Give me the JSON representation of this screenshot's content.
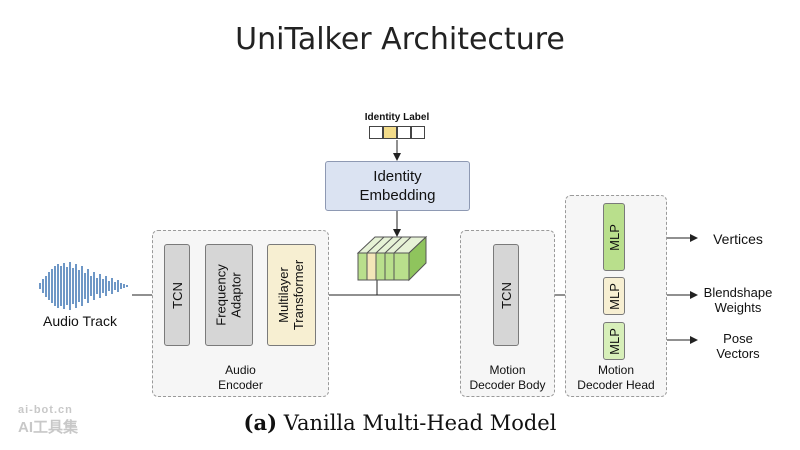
{
  "title": "UniTalker Architecture",
  "caption": {
    "tag": "(a)",
    "text": " Vanilla Multi-Head Model"
  },
  "inputs": {
    "audio": "Audio Track",
    "identity_label": "Identity Label"
  },
  "identity_embedding": {
    "line1": "Identity",
    "line2": "Embedding"
  },
  "audio_encoder": {
    "label_line1": "Audio",
    "label_line2": "Encoder",
    "blocks": [
      "TCN",
      "Frequency Adaptor",
      "Multilayer Transformer"
    ],
    "block_lines": [
      [
        "TCN"
      ],
      [
        "Frequency",
        "Adaptor"
      ],
      [
        "Multilayer",
        "Transformer"
      ]
    ]
  },
  "motion_decoder_body": {
    "label_line1": "Motion",
    "label_line2": "Decoder Body",
    "block": "TCN"
  },
  "motion_decoder_head": {
    "label_line1": "Motion",
    "label_line2": "Decoder Head",
    "blocks": [
      "MLP",
      "MLP",
      "MLP"
    ]
  },
  "outputs": {
    "vertices": "Vertices",
    "blendshape_line1": "Blendshape",
    "blendshape_line2": "Weights",
    "pose_line1": "Pose",
    "pose_line2": "Vectors"
  },
  "watermark": {
    "line1": "ai-bot.cn",
    "line2": "AI工具集"
  },
  "colors": {
    "embedding": "#dbe3f2",
    "gray_block": "#d6d6d6",
    "transformer": "#f7efd2",
    "mlp_green": "#b9df8c",
    "mlp_cream": "#f7efd2",
    "selected_identity": "#f3dc8a"
  }
}
